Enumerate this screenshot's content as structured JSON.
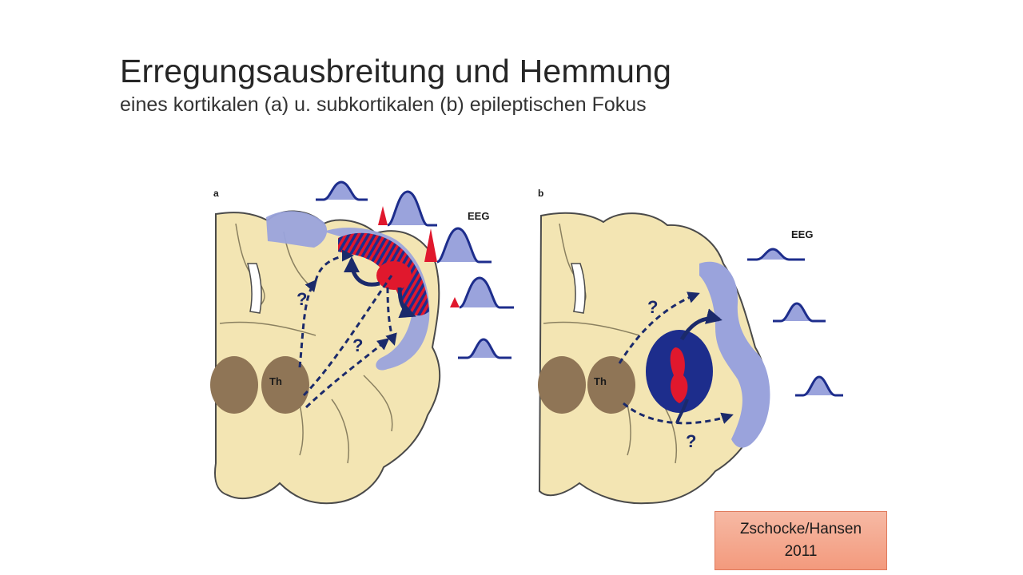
{
  "slide": {
    "title": "Erregungsausbreitung und Hemmung",
    "subtitle": "eines kortikalen (a) u. subkortikalen (b) epileptischen Fokus"
  },
  "figure": {
    "panel_a": {
      "letter": "a",
      "eeg_label": "EEG",
      "thalamus_label": "Th",
      "question_marks": [
        "?",
        "?"
      ]
    },
    "panel_b": {
      "letter": "b",
      "eeg_label": "EEG",
      "thalamus_label": "Th",
      "question_marks": [
        "?",
        "?"
      ]
    }
  },
  "citation": {
    "line1": "Zschocke/Hansen",
    "line2": "2011"
  },
  "colors": {
    "tissue": "#f3e5b3",
    "gyrus_outline": "#4a4a4a",
    "thalamus": "#8f7556",
    "cortex_blue": "#9aa3dc",
    "focus_dark_blue": "#1d2d8c",
    "focus_red": "#e0182d",
    "arrow_navy": "#1b2a6b",
    "citation_fill": "#f4a88e"
  }
}
